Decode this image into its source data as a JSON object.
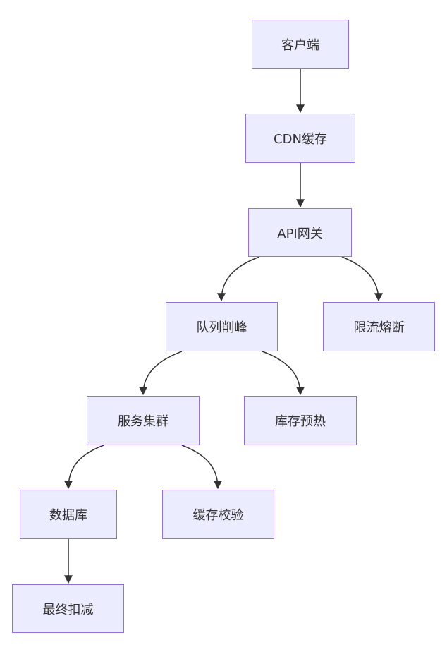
{
  "diagram": {
    "nodes": [
      {
        "id": "client",
        "label": "客户端"
      },
      {
        "id": "cdn",
        "label": "CDN缓存"
      },
      {
        "id": "gateway",
        "label": "API网关"
      },
      {
        "id": "queue",
        "label": "队列削峰"
      },
      {
        "id": "ratelimit",
        "label": "限流熔断"
      },
      {
        "id": "service",
        "label": "服务集群"
      },
      {
        "id": "preheat",
        "label": "库存预热"
      },
      {
        "id": "database",
        "label": "数据库"
      },
      {
        "id": "cachecheck",
        "label": "缓存校验"
      },
      {
        "id": "deduct",
        "label": "最终扣减"
      }
    ],
    "edges": [
      {
        "from": "client",
        "to": "cdn"
      },
      {
        "from": "cdn",
        "to": "gateway"
      },
      {
        "from": "gateway",
        "to": "queue"
      },
      {
        "from": "gateway",
        "to": "ratelimit"
      },
      {
        "from": "queue",
        "to": "service"
      },
      {
        "from": "queue",
        "to": "preheat"
      },
      {
        "from": "service",
        "to": "database"
      },
      {
        "from": "service",
        "to": "cachecheck"
      },
      {
        "from": "database",
        "to": "deduct"
      }
    ],
    "colors": {
      "node_fill": "#ECECFF",
      "node_border": "#9370DB",
      "text": "#333333",
      "edge": "#333333"
    }
  }
}
